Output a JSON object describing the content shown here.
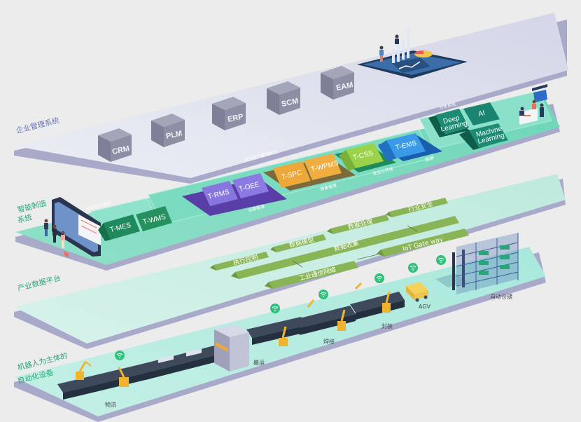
{
  "layers": {
    "enterprise": {
      "label": "企业管理系统",
      "boxes": [
        "CRM",
        "PLM",
        "ERP",
        "SCM",
        "EAM"
      ]
    },
    "manufacturing": {
      "label_line1": "智能制造",
      "label_line2": "系统",
      "mes_group": {
        "title": "制造执行系统",
        "modules": [
          "T-MES",
          "T-WMS"
        ]
      },
      "integrated_group": {
        "title": "综合生产管理系统",
        "subgroups": [
          {
            "caption": "设备管理",
            "modules": [
              "T-RMS",
              "T-OEE"
            ]
          },
          {
            "caption": "质量管理",
            "modules": [
              "T-SPC",
              "T-WPMS"
            ]
          },
          {
            "caption": "安全与环境",
            "modules": [
              "T-CSS"
            ]
          },
          {
            "caption": "能源",
            "modules": [
              "T-EMS"
            ]
          }
        ]
      },
      "analysis_group": {
        "title": "分析系统",
        "modules": [
          "Deep\nLearning",
          "AI",
          "Machine\nLearning"
        ]
      }
    },
    "data_platform": {
      "label": "产业数据平台",
      "tags": [
        "执行控制",
        "数据模型",
        "数据处理",
        "行业安全"
      ],
      "bars": [
        "数据收集",
        "IoT Gate way",
        "工业通信网络"
      ]
    },
    "automation": {
      "label_line1": "机器人为主体的",
      "label_line2": "自动化设备",
      "stations": [
        "物流",
        "搬运",
        "焊接",
        "封装",
        "AGV",
        "自动仓储"
      ]
    }
  },
  "colors": {
    "background": "#ececed",
    "enterprise_layer": "#dcdeeb",
    "layer_edge": "#a9aac9",
    "manufacturing_layer": "#7fdcc3",
    "data_layer": "#cdeee6",
    "automation_layer": "#b5ece1",
    "box_grey": "#8c8fa3",
    "purple": "#7d69d6",
    "orange": "#eea83a",
    "lime": "#9ad24a",
    "blue": "#3a8fe0",
    "dark_green": "#1e8a5e",
    "teal": "#1d8b73",
    "olive": "#8ab556",
    "label_green": "#2aa57a",
    "label_blue": "#6a73b8"
  }
}
